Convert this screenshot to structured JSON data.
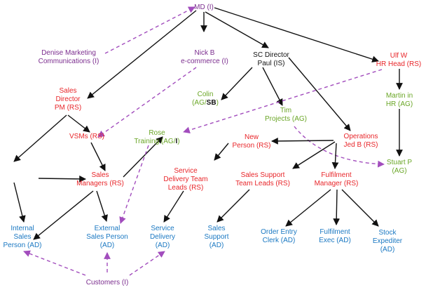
{
  "colors": {
    "red": "#e8262a",
    "green": "#6aa626",
    "blue": "#1a78c2",
    "purple": "#7b2d8e",
    "black": "#111111",
    "dashed": "#a24dbd"
  },
  "nodes": {
    "md": {
      "lines": [
        [
          {
            "t": "MD (I)",
            "c": "purple"
          }
        ]
      ]
    },
    "denise": {
      "lines": [
        [
          {
            "t": "Denise Marketing",
            "c": "purple"
          }
        ],
        [
          {
            "t": "Communications (I)",
            "c": "purple"
          }
        ]
      ]
    },
    "nick": {
      "lines": [
        [
          {
            "t": "Nick B",
            "c": "purple"
          }
        ],
        [
          {
            "t": "e-commerce (I)",
            "c": "purple"
          }
        ]
      ]
    },
    "sc_director": {
      "lines": [
        [
          {
            "t": "SC Director",
            "c": "black"
          }
        ],
        [
          {
            "t": "Paul (IS)",
            "c": "black"
          }
        ]
      ]
    },
    "ulf": {
      "lines": [
        [
          {
            "t": "Ulf W",
            "c": "red"
          }
        ],
        [
          {
            "t": "HR Head (RS)",
            "c": "red"
          }
        ]
      ]
    },
    "sales_director": {
      "lines": [
        [
          {
            "t": "Sales",
            "c": "red"
          }
        ],
        [
          {
            "t": "Director",
            "c": "red"
          }
        ],
        [
          {
            "t": "PM (RS)",
            "c": "red"
          }
        ]
      ]
    },
    "colin": {
      "lines": [
        [
          {
            "t": "Colin",
            "c": "green"
          }
        ],
        [
          {
            "t": "(AG/",
            "c": "green"
          },
          {
            "t": "SB",
            "c": "black"
          },
          {
            "t": ")",
            "c": "green"
          }
        ]
      ]
    },
    "martin": {
      "lines": [
        [
          {
            "t": "Martin in",
            "c": "green"
          }
        ],
        [
          {
            "t": "HR (AG)",
            "c": "green"
          }
        ]
      ]
    },
    "tim": {
      "lines": [
        [
          {
            "t": "Tim",
            "c": "green"
          }
        ],
        [
          {
            "t": "Projects (AG)",
            "c": "green"
          }
        ]
      ]
    },
    "vsms": {
      "lines": [
        [
          {
            "t": "VSMs (RS)",
            "c": "red"
          }
        ]
      ]
    },
    "rose": {
      "lines": [
        [
          {
            "t": "Rose",
            "c": "green"
          }
        ],
        [
          {
            "t": "Training (AG/",
            "c": "green"
          },
          {
            "t": "I",
            "c": "black"
          },
          {
            "t": ")",
            "c": "green"
          }
        ]
      ]
    },
    "new_person": {
      "lines": [
        [
          {
            "t": "New",
            "c": "red"
          }
        ],
        [
          {
            "t": "Person (RS)",
            "c": "red"
          }
        ]
      ]
    },
    "operations": {
      "lines": [
        [
          {
            "t": "Operations",
            "c": "red"
          }
        ],
        [
          {
            "t": "Jed B (RS)",
            "c": "red"
          }
        ]
      ]
    },
    "stuart": {
      "lines": [
        [
          {
            "t": "Stuart P",
            "c": "green"
          }
        ],
        [
          {
            "t": "(AG)",
            "c": "green"
          }
        ]
      ]
    },
    "service_delivery_leads": {
      "lines": [
        [
          {
            "t": "Service",
            "c": "red"
          }
        ],
        [
          {
            "t": "Delivery Team",
            "c": "red"
          }
        ],
        [
          {
            "t": "Leads (RS)",
            "c": "red"
          }
        ]
      ]
    },
    "sales_managers": {
      "lines": [
        [
          {
            "t": "Sales",
            "c": "red"
          }
        ],
        [
          {
            "t": "Managers (RS)",
            "c": "red"
          }
        ]
      ]
    },
    "sales_support_leads": {
      "lines": [
        [
          {
            "t": "Sales Support",
            "c": "red"
          }
        ],
        [
          {
            "t": "Team Leads (RS)",
            "c": "red"
          }
        ]
      ]
    },
    "fulfilment_manager": {
      "lines": [
        [
          {
            "t": "Fulfilment",
            "c": "red"
          }
        ],
        [
          {
            "t": "Manager (RS)",
            "c": "red"
          }
        ]
      ]
    },
    "internal_sales": {
      "lines": [
        [
          {
            "t": "Internal",
            "c": "blue"
          }
        ],
        [
          {
            "t": "Sales",
            "c": "blue"
          }
        ],
        [
          {
            "t": "Person (AD)",
            "c": "blue"
          }
        ]
      ]
    },
    "external_sales": {
      "lines": [
        [
          {
            "t": "External",
            "c": "blue"
          }
        ],
        [
          {
            "t": "Sales Person",
            "c": "blue"
          }
        ],
        [
          {
            "t": "(AD)",
            "c": "blue"
          }
        ]
      ]
    },
    "service_delivery": {
      "lines": [
        [
          {
            "t": "Service",
            "c": "blue"
          }
        ],
        [
          {
            "t": "Delivery",
            "c": "blue"
          }
        ],
        [
          {
            "t": "(AD)",
            "c": "blue"
          }
        ]
      ]
    },
    "sales_support": {
      "lines": [
        [
          {
            "t": "Sales",
            "c": "blue"
          }
        ],
        [
          {
            "t": "Support",
            "c": "blue"
          }
        ],
        [
          {
            "t": "(AD)",
            "c": "blue"
          }
        ]
      ]
    },
    "order_entry": {
      "lines": [
        [
          {
            "t": "Order Entry",
            "c": "blue"
          }
        ],
        [
          {
            "t": "Clerk (AD)",
            "c": "blue"
          }
        ]
      ]
    },
    "fulfilment_exec": {
      "lines": [
        [
          {
            "t": "Fulfilment",
            "c": "blue"
          }
        ],
        [
          {
            "t": "Exec (AD)",
            "c": "blue"
          }
        ]
      ]
    },
    "stock_expediter": {
      "lines": [
        [
          {
            "t": "Stock",
            "c": "blue"
          }
        ],
        [
          {
            "t": "Expediter",
            "c": "blue"
          }
        ],
        [
          {
            "t": "(AD)",
            "c": "blue"
          }
        ]
      ]
    },
    "customers": {
      "lines": [
        [
          {
            "t": "Customers (I)",
            "c": "purple"
          }
        ]
      ]
    }
  },
  "links": [
    {
      "from": "md",
      "to": "nick",
      "style": "solid"
    },
    {
      "from": "md",
      "to": "sc_director",
      "style": "solid"
    },
    {
      "from": "md",
      "to": "ulf",
      "style": "solid"
    },
    {
      "from": "md",
      "to": "sales_director",
      "style": "solid"
    },
    {
      "from": "denise",
      "to": "md",
      "style": "dashed"
    },
    {
      "from": "nick",
      "to": "vsms",
      "style": "dashed"
    },
    {
      "from": "sc_director",
      "to": "colin",
      "style": "solid"
    },
    {
      "from": "sc_director",
      "to": "tim",
      "style": "solid"
    },
    {
      "from": "sc_director",
      "to": "operations",
      "style": "solid"
    },
    {
      "from": "ulf",
      "to": "martin",
      "style": "solid"
    },
    {
      "from": "ulf",
      "to": "rose",
      "style": "dashed"
    },
    {
      "from": "martin",
      "to": "stuart",
      "style": "solid"
    },
    {
      "from": "tim",
      "to": "stuart",
      "style": "dashed"
    },
    {
      "from": "sales_director",
      "to": "vsms",
      "style": "solid"
    },
    {
      "from": "sales_director",
      "to": "sales_blank",
      "style": "solid"
    },
    {
      "from": "vsms",
      "to": "sales_managers",
      "style": "solid"
    },
    {
      "from": "sales_blank",
      "to": "sales_managers",
      "style": "solid"
    },
    {
      "from": "sales_blank",
      "to": "internal_sales",
      "style": "solid"
    },
    {
      "from": "sales_managers",
      "to": "internal_sales",
      "style": "solid"
    },
    {
      "from": "sales_managers",
      "to": "external_sales",
      "style": "solid"
    },
    {
      "from": "sales_managers",
      "to": "rose",
      "style": "solid"
    },
    {
      "from": "rose",
      "to": "external_sales",
      "style": "dashed"
    },
    {
      "from": "operations",
      "to": "new_person",
      "style": "solid"
    },
    {
      "from": "operations",
      "to": "sales_support_leads",
      "style": "solid"
    },
    {
      "from": "operations",
      "to": "fulfilment_manager",
      "style": "solid"
    },
    {
      "from": "new_person",
      "to": "service_delivery_leads",
      "style": "solid"
    },
    {
      "from": "service_delivery_leads",
      "to": "service_delivery",
      "style": "solid"
    },
    {
      "from": "sales_support_leads",
      "to": "sales_support",
      "style": "solid"
    },
    {
      "from": "fulfilment_manager",
      "to": "order_entry",
      "style": "solid"
    },
    {
      "from": "fulfilment_manager",
      "to": "fulfilment_exec",
      "style": "solid"
    },
    {
      "from": "fulfilment_manager",
      "to": "stock_expediter",
      "style": "solid"
    },
    {
      "from": "customers",
      "to": "internal_sales",
      "style": "dashed"
    },
    {
      "from": "customers",
      "to": "external_sales",
      "style": "dashed"
    },
    {
      "from": "customers",
      "to": "service_delivery",
      "style": "dashed"
    }
  ]
}
